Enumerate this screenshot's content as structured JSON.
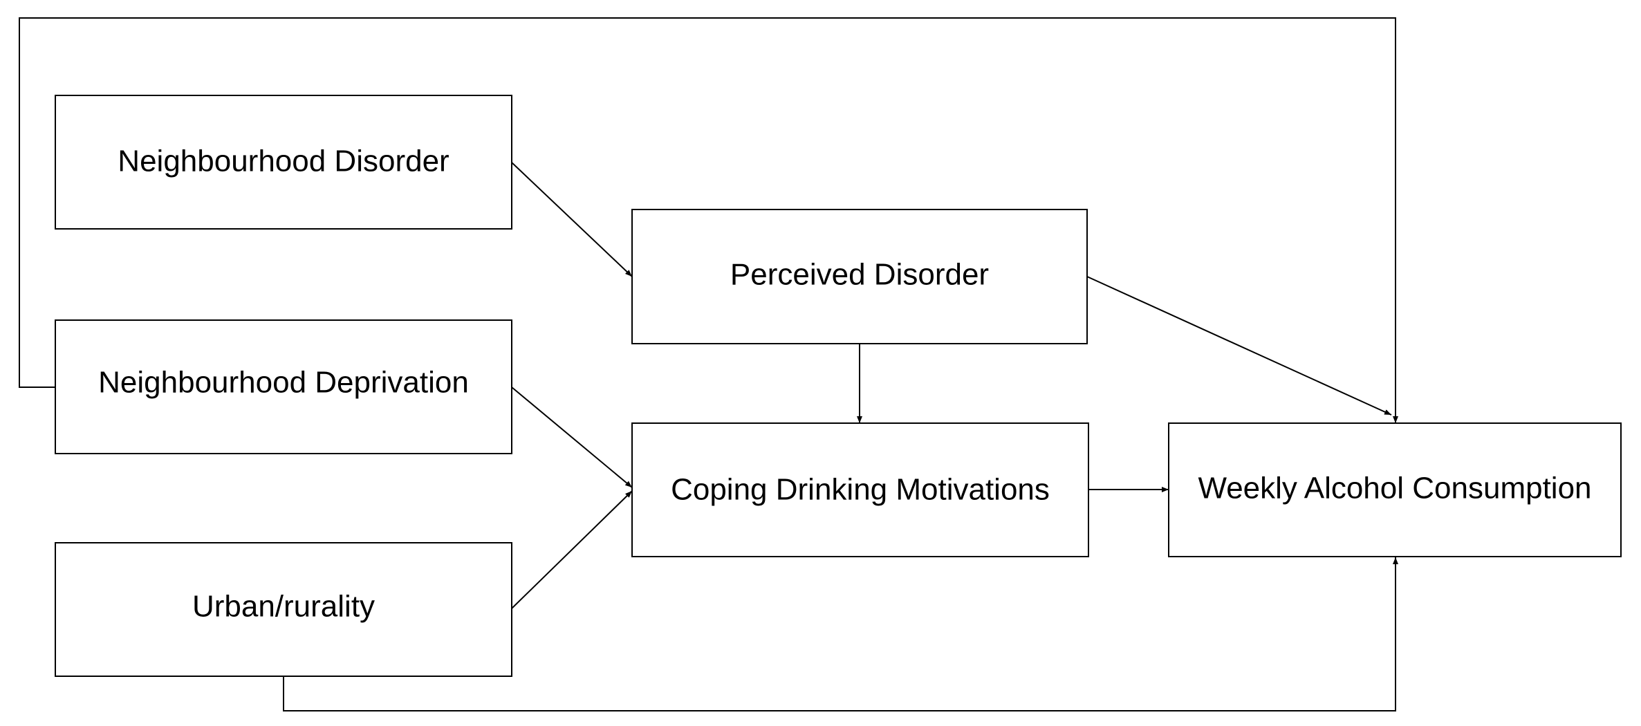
{
  "nodes": {
    "neighbourhood_disorder": "Neighbourhood Disorder",
    "neighbourhood_deprivation": "Neighbourhood Deprivation",
    "urban_rurality": "Urban/rurality",
    "perceived_disorder": "Perceived Disorder",
    "coping_drinking_motivations": "Coping Drinking Motivations",
    "weekly_alcohol_consumption": "Weekly Alcohol Consumption"
  },
  "edges": [
    {
      "from": "Neighbourhood Disorder",
      "to": "Perceived Disorder"
    },
    {
      "from": "Neighbourhood Deprivation",
      "to": "Coping Drinking Motivations"
    },
    {
      "from": "Urban/rurality",
      "to": "Coping Drinking Motivations"
    },
    {
      "from": "Perceived Disorder",
      "to": "Coping Drinking Motivations"
    },
    {
      "from": "Perceived Disorder",
      "to": "Weekly Alcohol Consumption"
    },
    {
      "from": "Coping Drinking Motivations",
      "to": "Weekly Alcohol Consumption"
    },
    {
      "from": "Neighbourhood Deprivation",
      "to": "Weekly Alcohol Consumption"
    },
    {
      "from": "Urban/rurality",
      "to": "Weekly Alcohol Consumption"
    }
  ],
  "colors": {
    "line": "#000000",
    "box_fill": "#ffffff",
    "text": "#000000"
  }
}
